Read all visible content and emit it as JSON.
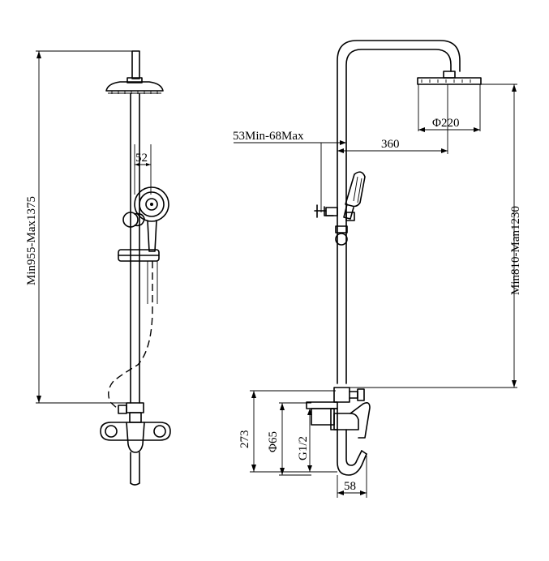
{
  "dimensions": {
    "total_height": "Min955-Max1375",
    "slide_width": "52",
    "arm_offset": "53Min-68Max",
    "arm_reach": "360",
    "head_diameter": "Φ220",
    "head_height": "Min810-Man1230",
    "mixer_height": "273",
    "escutcheon_diameter": "Φ65",
    "thread": "G1/2",
    "spout_offset": "58"
  }
}
